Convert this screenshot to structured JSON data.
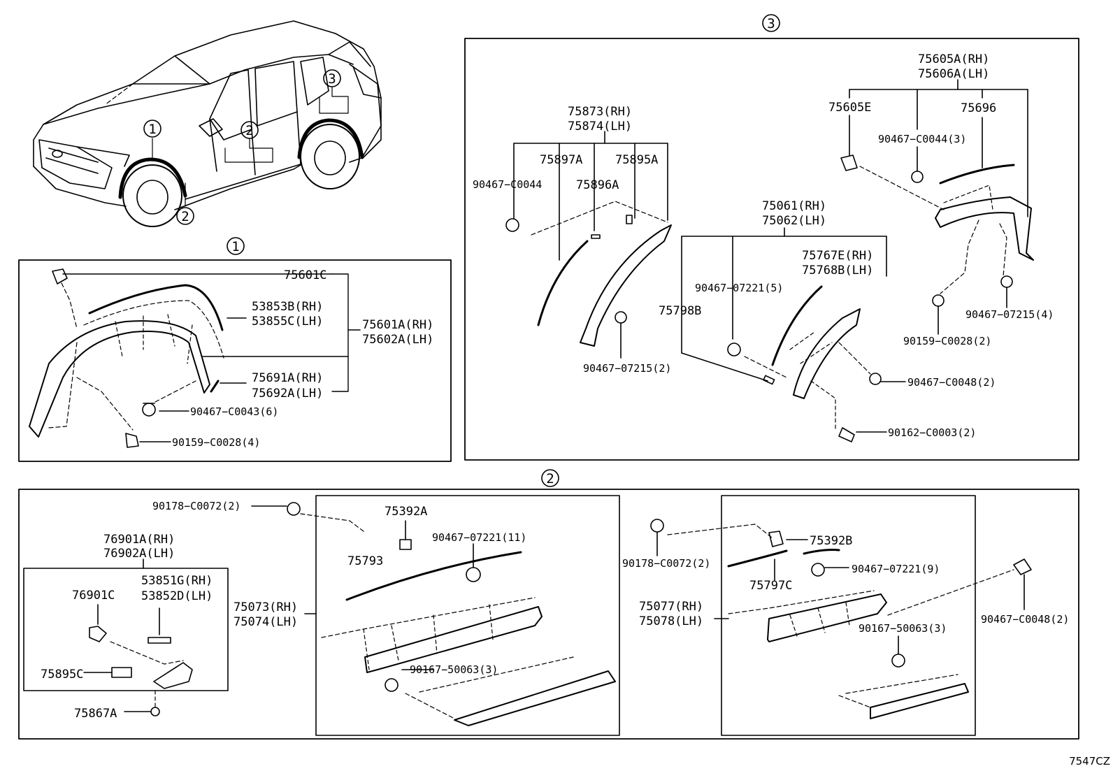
{
  "diagram_code": "7547CZ",
  "section_markers": {
    "s1": "1",
    "s2": "2",
    "s3": "3"
  },
  "car_markers": {
    "m1": "1",
    "m2a": "2",
    "m2b": "2",
    "m3": "3"
  },
  "section1": {
    "p_75601C": "75601C",
    "p_53853B": "53853B(RH)",
    "p_53855C": "53855C(LH)",
    "p_75601A": "75601A(RH)",
    "p_75602A": "75602A(LH)",
    "p_75691A": "75691A(RH)",
    "p_75692A": "75692A(LH)",
    "p_90467_C0043": "90467−C0043(6)",
    "p_90159_C0028": "90159−C0028(4)"
  },
  "section3": {
    "p_75873": "75873(RH)",
    "p_75874": "75874(LH)",
    "p_75897A": "75897A",
    "p_75895A": "75895A",
    "p_90467_C0044": "90467−C0044",
    "p_75896A": "75896A",
    "p_90467_07215_2": "90467−07215(2)",
    "p_75061": "75061(RH)",
    "p_75062": "75062(LH)",
    "p_75767E": "75767E(RH)",
    "p_75768B": "75768B(LH)",
    "p_90467_07221_5": "90467−07221(5)",
    "p_75798B": "75798B",
    "p_75605A": "75605A(RH)",
    "p_75606A": "75606A(LH)",
    "p_75605E": "75605E",
    "p_75696": "75696",
    "p_90467_C0044_3": "90467−C0044(3)",
    "p_90467_07215_4": "90467−07215(4)",
    "p_90159_C0028_2": "90159−C0028(2)",
    "p_90467_C0048_2": "90467−C0048(2)",
    "p_90162_C0003_2": "90162−C0003(2)"
  },
  "section2": {
    "p_90178_C0072_left": "90178−C0072(2)",
    "p_76901A": "76901A(RH)",
    "p_76902A": "76902A(LH)",
    "p_76901C": "76901C",
    "p_53851G": "53851G(RH)",
    "p_53852D": "53852D(LH)",
    "p_75895C": "75895C",
    "p_75867A": "75867A",
    "p_75392A": "75392A",
    "p_90467_07221_11": "90467−07221(11)",
    "p_75793": "75793",
    "p_75073": "75073(RH)",
    "p_75074": "75074(LH)",
    "p_90167_50063_left": "90167−50063(3)",
    "p_90178_C0072_right": "90178−C0072(2)",
    "p_75392B": "75392B",
    "p_90467_07221_9": "90467−07221(9)",
    "p_75797C": "75797C",
    "p_75077": "75077(RH)",
    "p_75078": "75078(LH)",
    "p_90167_50063_right": "90167−50063(3)",
    "p_90467_C0048_right": "90467−C0048(2)"
  }
}
